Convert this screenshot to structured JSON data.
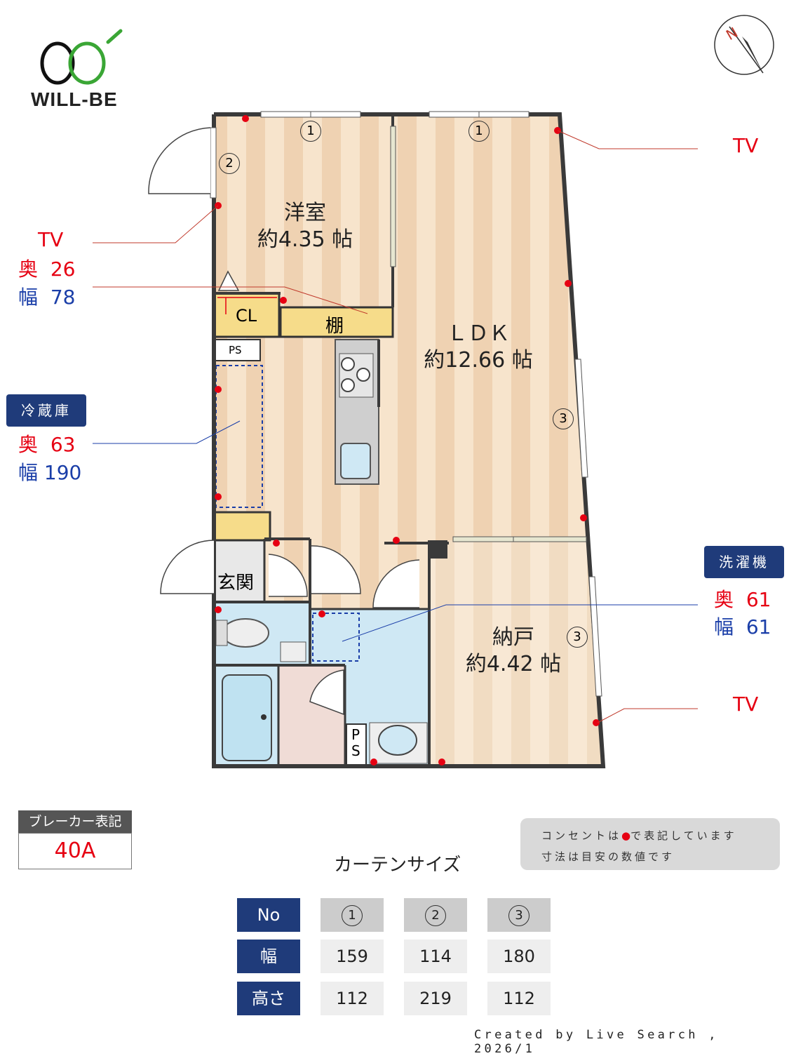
{
  "logo": {
    "text": "WILL-BE"
  },
  "compass": {
    "label": "N"
  },
  "rooms": {
    "western": {
      "name": "洋室",
      "size": "約4.35 帖"
    },
    "ldk": {
      "name": "ＬＤＫ",
      "size": "約12.66 帖"
    },
    "storage": {
      "name": "納戸",
      "size": "約4.42 帖"
    },
    "closet": "CL",
    "shelf": "棚",
    "ps1": "PS",
    "ps2": "P\nS",
    "entrance": "玄関"
  },
  "window_markers": [
    "1",
    "1",
    "2",
    "3",
    "3"
  ],
  "callouts": {
    "tv_right_top": "TV",
    "tv_left": "TV",
    "tv_right_bottom": "TV",
    "shelf_depth": {
      "label": "奥",
      "value": "26"
    },
    "shelf_width": {
      "label": "幅",
      "value": "78"
    },
    "fridge": {
      "title": "冷蔵庫",
      "depth_label": "奥",
      "depth": "63",
      "width_label": "幅",
      "width": "190"
    },
    "washer": {
      "title": "洗濯機",
      "depth_label": "奥",
      "depth": "61",
      "width_label": "幅",
      "width": "61"
    }
  },
  "breaker": {
    "title": "ブレーカー表記",
    "value": "40A"
  },
  "notes": {
    "line1": "コンセントは",
    "line1b": "で表記しています",
    "line2": "寸法は目安の数値です"
  },
  "curtain": {
    "title": "カーテンサイズ",
    "header": [
      "No",
      "1",
      "2",
      "3"
    ],
    "rows": [
      {
        "label": "幅",
        "values": [
          "159",
          "114",
          "180"
        ]
      },
      {
        "label": "高さ",
        "values": [
          "112",
          "219",
          "112"
        ]
      }
    ]
  },
  "credit": "Created by Live Search , 2026/1",
  "colors": {
    "accent_red": "#e60012",
    "navy": "#1f3b7a",
    "outlet": "#e60012"
  }
}
